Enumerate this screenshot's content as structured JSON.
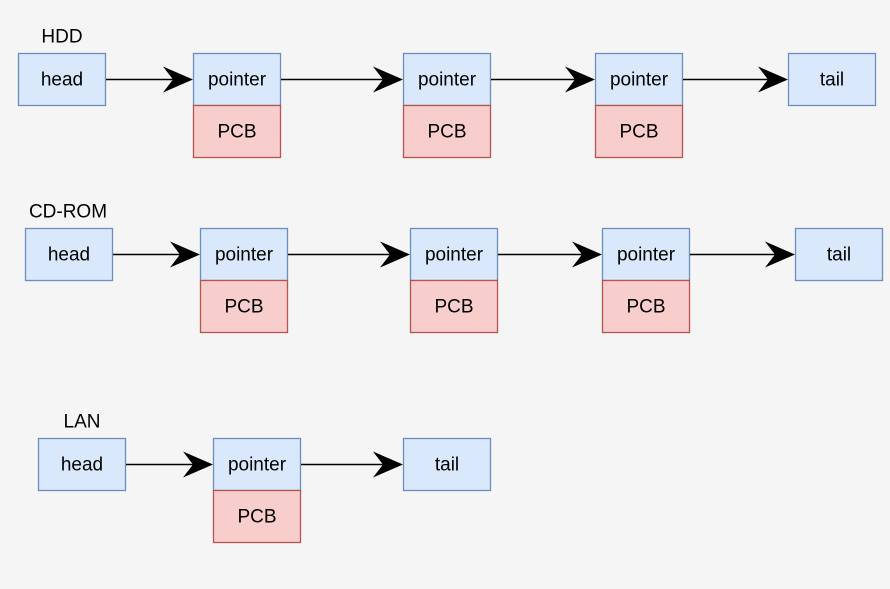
{
  "colors": {
    "background": "#f5f5f5",
    "pointer_fill": "#dae8fc",
    "pointer_stroke": "#6c8ebf",
    "pcb_fill": "#f8cecc",
    "pcb_stroke": "#b85450"
  },
  "queues": [
    {
      "label": "HDD",
      "head_label": "head",
      "nodes": [
        {
          "pointer_label": "pointer",
          "pcb_label": "PCB"
        },
        {
          "pointer_label": "pointer",
          "pcb_label": "PCB"
        },
        {
          "pointer_label": "pointer",
          "pcb_label": "PCB"
        }
      ],
      "tail_label": "tail"
    },
    {
      "label": "CD-ROM",
      "head_label": "head",
      "nodes": [
        {
          "pointer_label": "pointer",
          "pcb_label": "PCB"
        },
        {
          "pointer_label": "pointer",
          "pcb_label": "PCB"
        },
        {
          "pointer_label": "pointer",
          "pcb_label": "PCB"
        }
      ],
      "tail_label": "tail"
    },
    {
      "label": "LAN",
      "head_label": "head",
      "nodes": [
        {
          "pointer_label": "pointer",
          "pcb_label": "PCB"
        }
      ],
      "tail_label": "tail"
    }
  ]
}
